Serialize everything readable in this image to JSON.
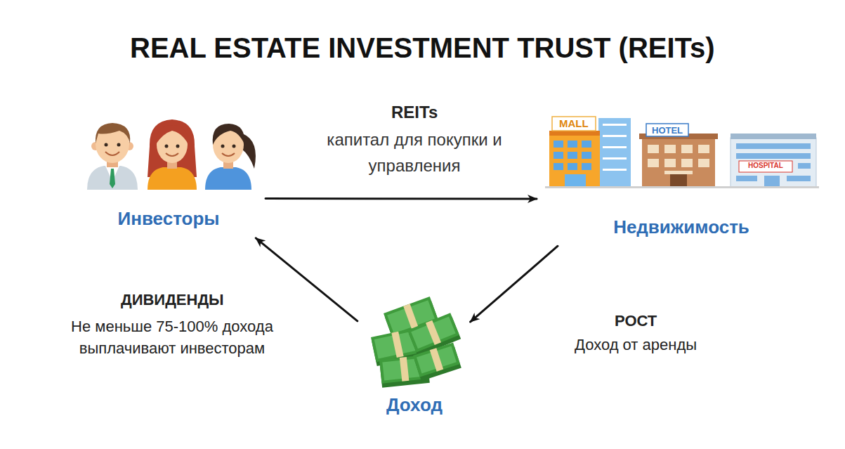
{
  "diagram": {
    "title": "REAL ESTATE INVESTMENT TRUST (REITs)",
    "nodes": [
      {
        "text": [
          "Инвесторы"
        ]
      },
      {
        "text": [
          "Недвижимость"
        ]
      },
      {
        "text": [
          "Доход"
        ]
      }
    ],
    "edges": [
      {
        "from": 0,
        "to": 1,
        "arrow": "to",
        "label": "REITs"
      },
      {
        "from": 1,
        "to": 2,
        "arrow": "to",
        "label": "РОСТ"
      },
      {
        "from": 2,
        "to": 0,
        "arrow": "to",
        "label": "ДИВИДЕНДЫ"
      }
    ],
    "labels": [
      "капитал для покупки и управления",
      "MALL",
      "HOTEL",
      "HOSPITAL",
      "Не меньше 75-100% дохода выплачивают инвесторам",
      "Доход от аренды"
    ]
  }
}
